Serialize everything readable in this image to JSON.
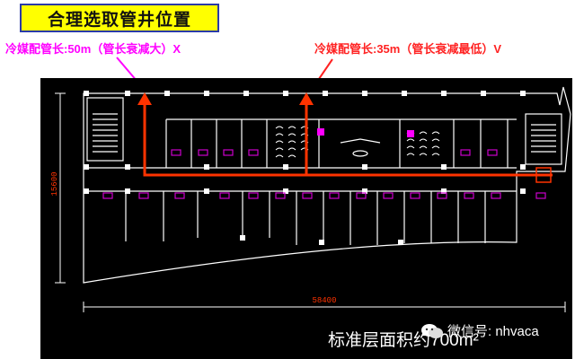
{
  "title": "合理选取管井位置",
  "notes": {
    "left": "冷媒配管长:50m（管长衰减大）X",
    "right": "冷媒配管长:35m（管长衰减最低）V"
  },
  "plan": {
    "dimension_vertical": "15600",
    "dimension_horizontal": "58400"
  },
  "caption": "标准层面积约700m²",
  "watermark": "微信号: nhvaca",
  "colors": {
    "title_bg": "#ffff00",
    "title_border": "#2a3aa8",
    "left_note": "#ff00ff",
    "right_note": "#ff2222",
    "pipe_route": "#ff3300",
    "plan_bg": "#000000",
    "units": "#cc00cc"
  }
}
